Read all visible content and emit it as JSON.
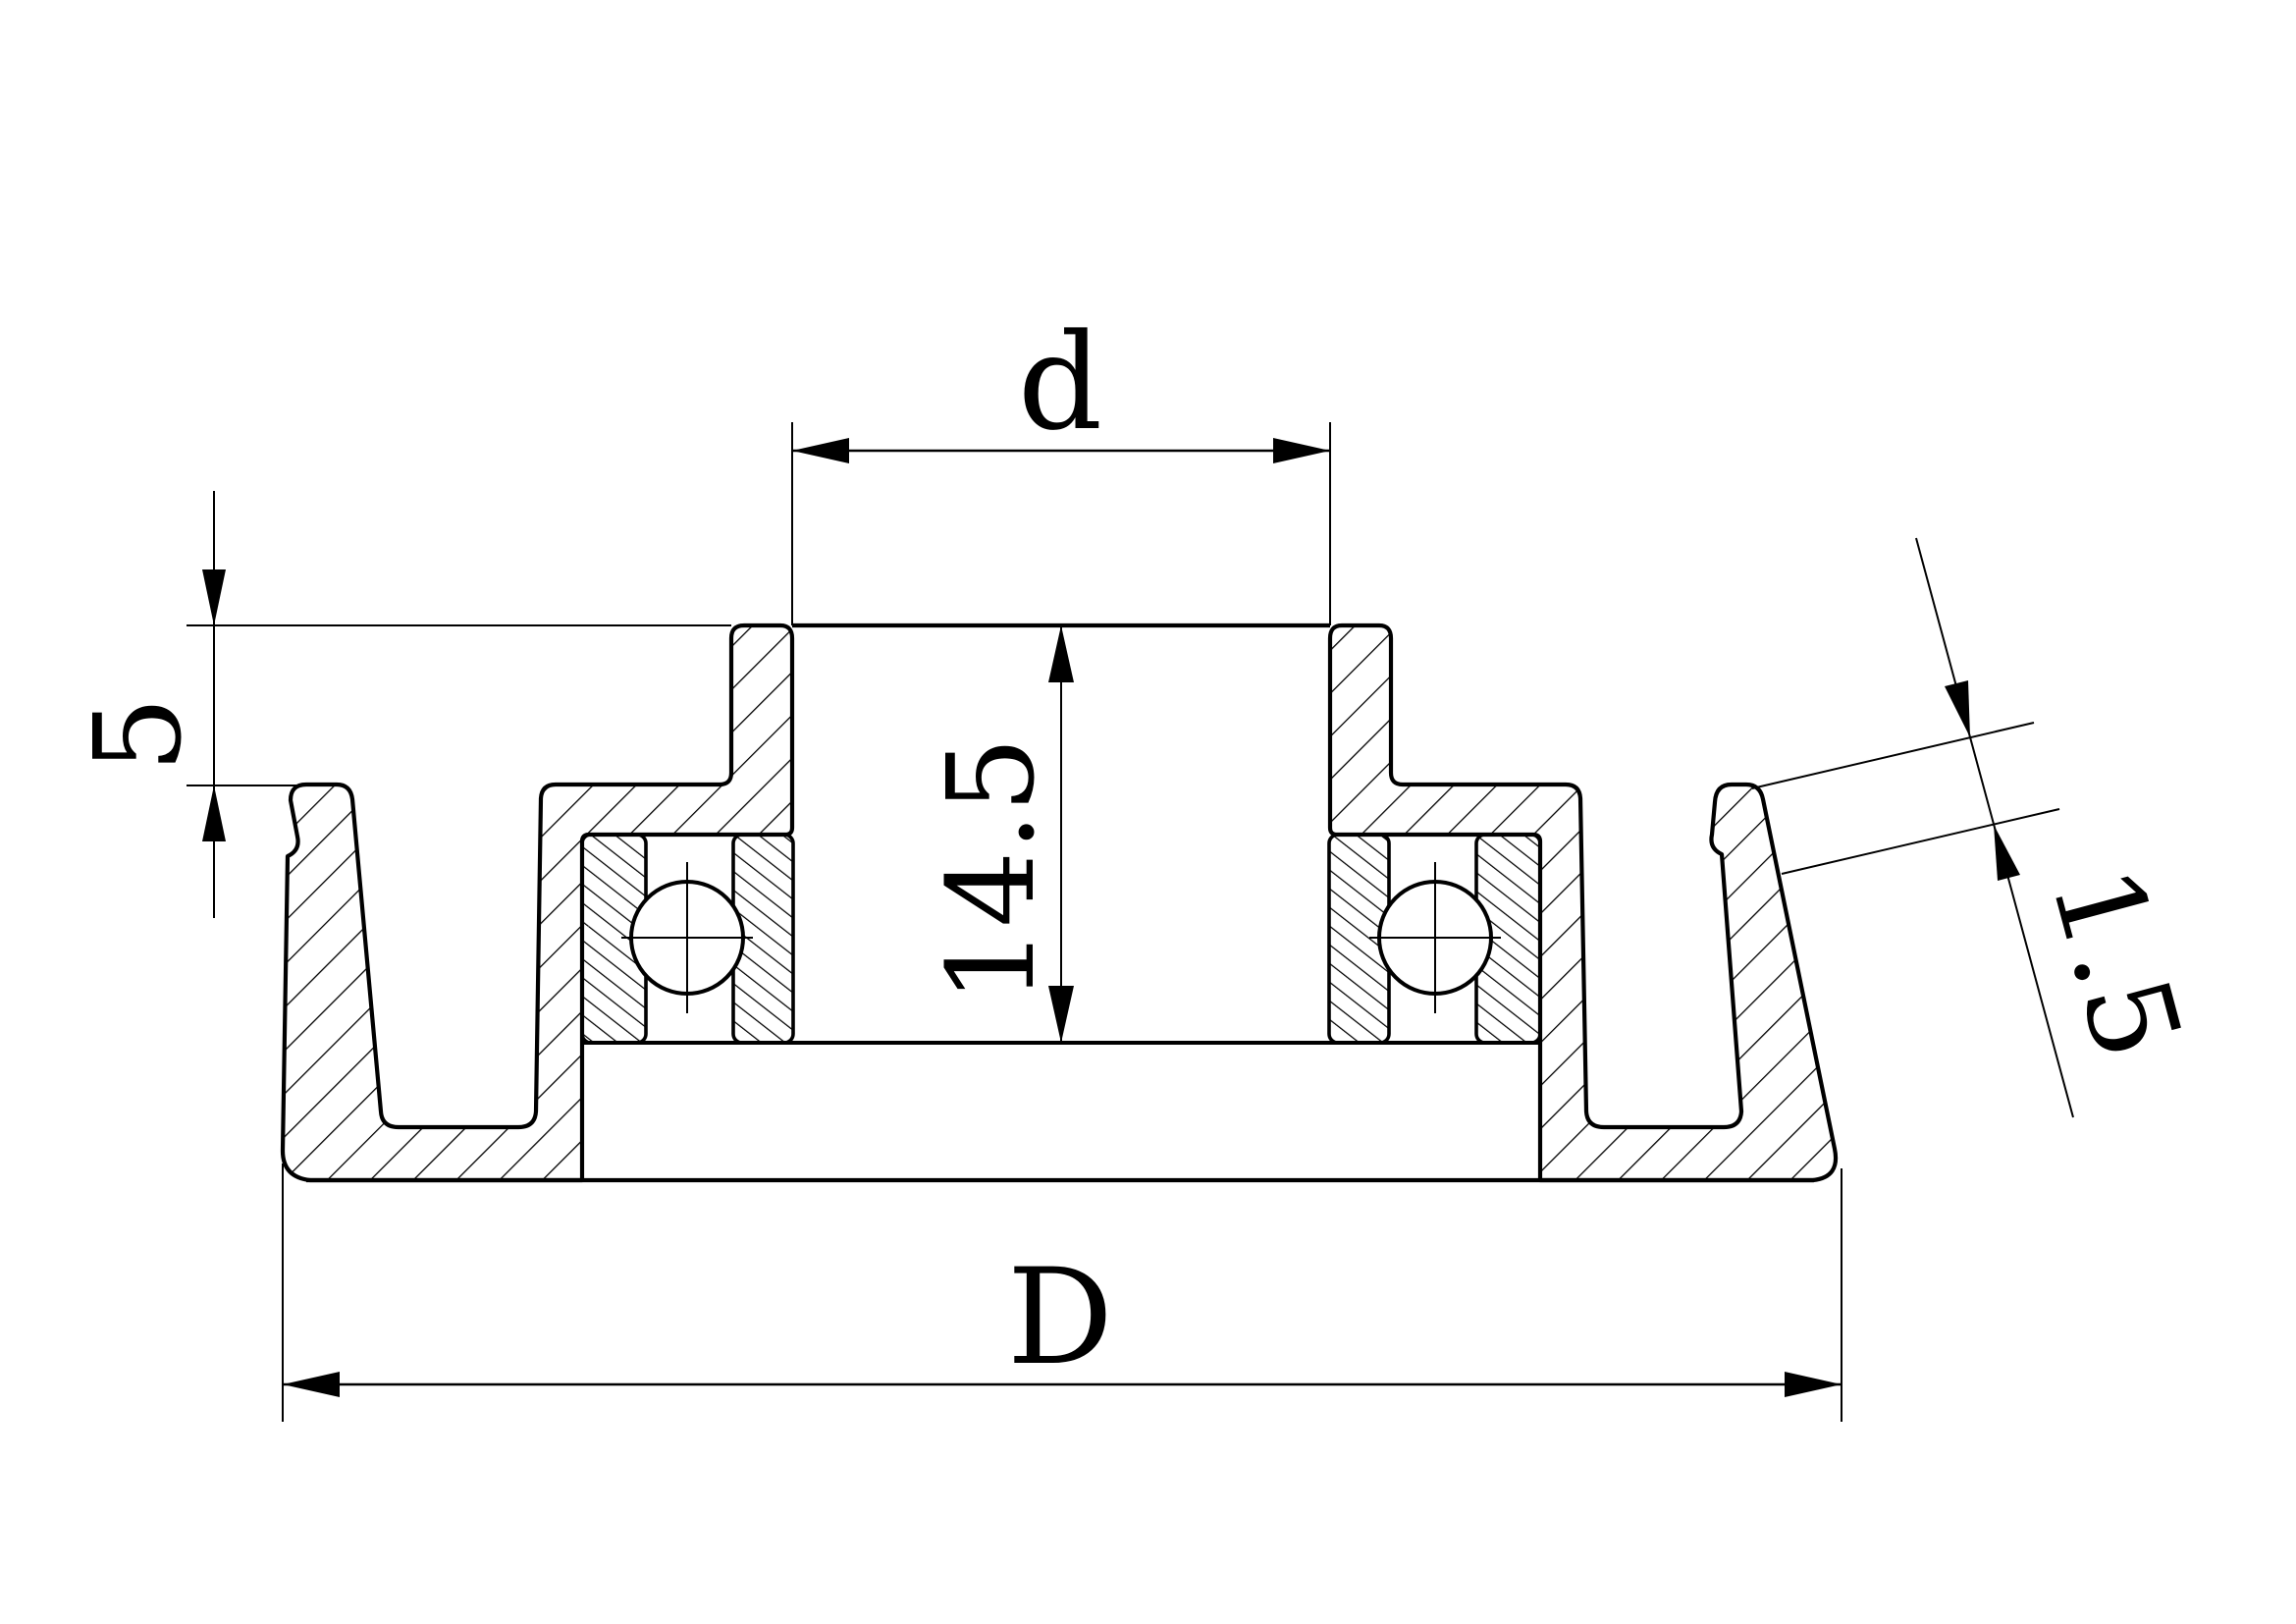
{
  "drawing": {
    "type": "engineering-section-drawing",
    "subject": "pulley wheel cross-section with two ball bearings",
    "background_color": "#ffffff",
    "line_color": "#000000",
    "dimensions": {
      "bore": {
        "label": "d",
        "meaning": "hub bore diameter"
      },
      "rim_drop": {
        "label": "5",
        "meaning": "offset from hub top face to rim top face"
      },
      "hub_height": {
        "label": "14.5",
        "meaning": "height from hub top face to bearing seat"
      },
      "wall_thickness": {
        "label": "1.5",
        "meaning": "tilted outer rim wall thickness"
      },
      "outer_diameter": {
        "label": "D",
        "meaning": "overall outer diameter"
      }
    }
  }
}
